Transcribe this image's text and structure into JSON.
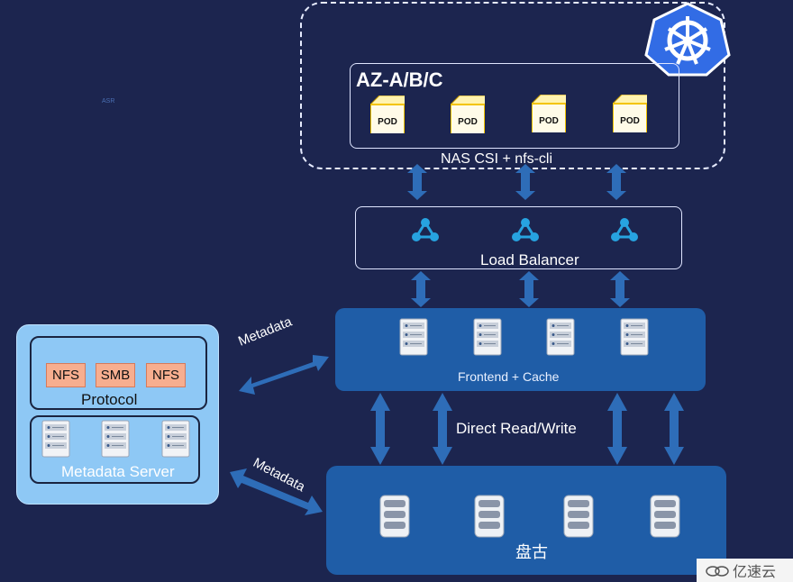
{
  "tiny_text": "ASR",
  "az": {
    "title": "AZ-A/B/C",
    "pod_label": "POD",
    "csi_label": "NAS CSI + nfs-cli"
  },
  "load_balancer": {
    "label": "Load Balancer"
  },
  "frontend": {
    "label": "Frontend + Cache"
  },
  "storage": {
    "label": "盘古"
  },
  "direct_rw": {
    "label": "Direct Read/Write"
  },
  "metadata_labels": [
    "Metadata",
    "Metadata"
  ],
  "protocol": {
    "label": "Protocol",
    "chips": [
      "NFS",
      "SMB",
      "NFS"
    ]
  },
  "metadata_server": {
    "label": "Metadata Server"
  },
  "watermark": {
    "text": "亿速云"
  },
  "colors": {
    "background": "#1c254f",
    "panel": "#1f5da7",
    "arrow": "#2e6db8",
    "k8s": "#326ce5",
    "meta_panel": "#8ec8f5",
    "chip": "#f7ae8f"
  }
}
